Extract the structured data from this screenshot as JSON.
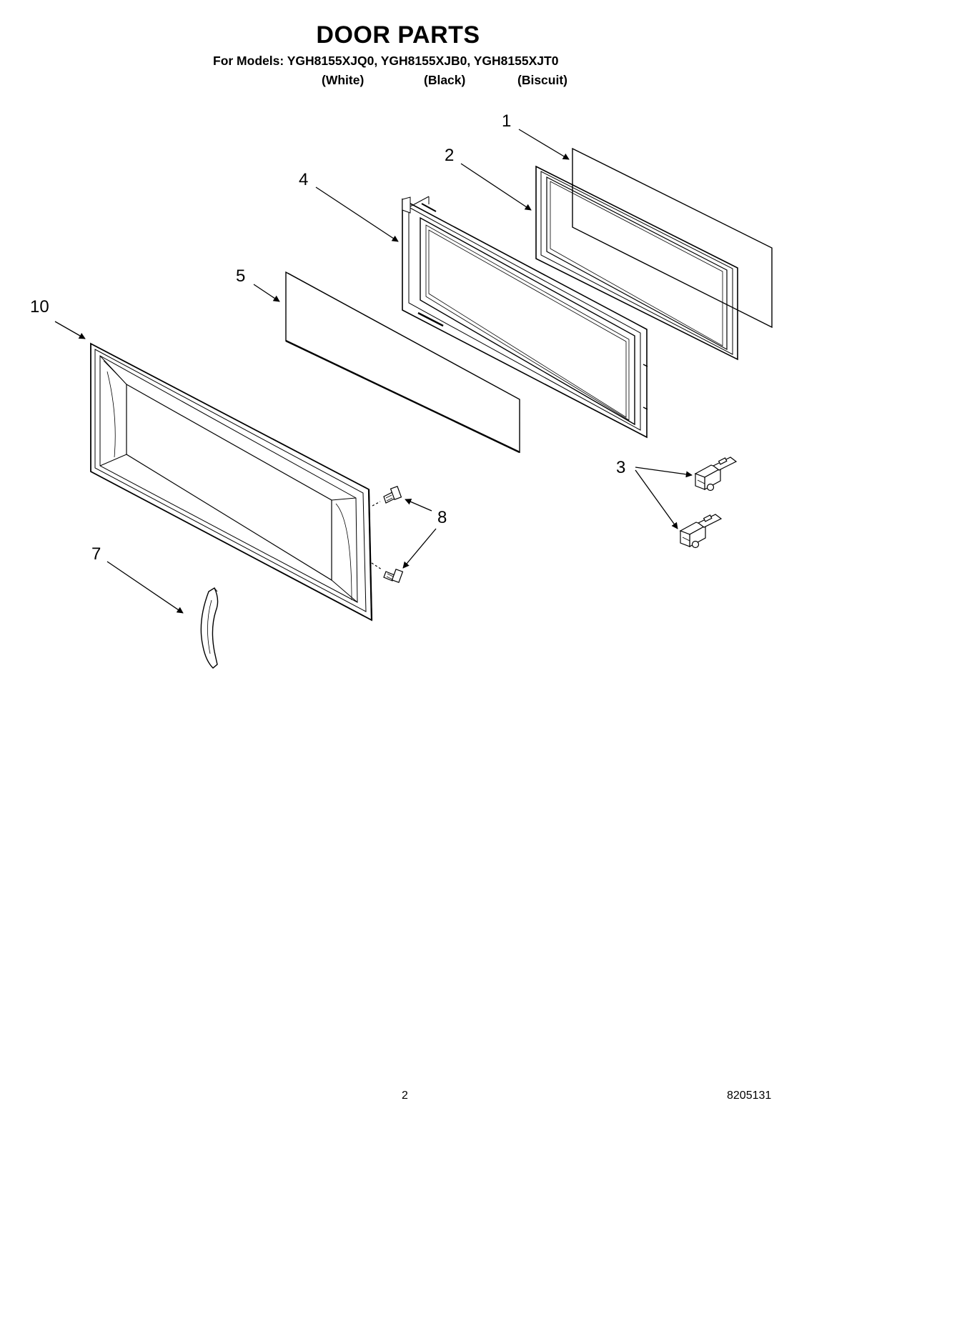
{
  "header": {
    "title": "DOOR PARTS",
    "models_line": "For Models: YGH8155XJQ0, YGH8155XJB0, YGH8155XJT0",
    "variants": [
      "(White)",
      "(Black)",
      "(Biscuit)"
    ]
  },
  "callouts": [
    "1",
    "2",
    "3",
    "4",
    "5",
    "7",
    "8",
    "10"
  ],
  "footer": {
    "page_number": "2",
    "document_number": "8205131"
  }
}
